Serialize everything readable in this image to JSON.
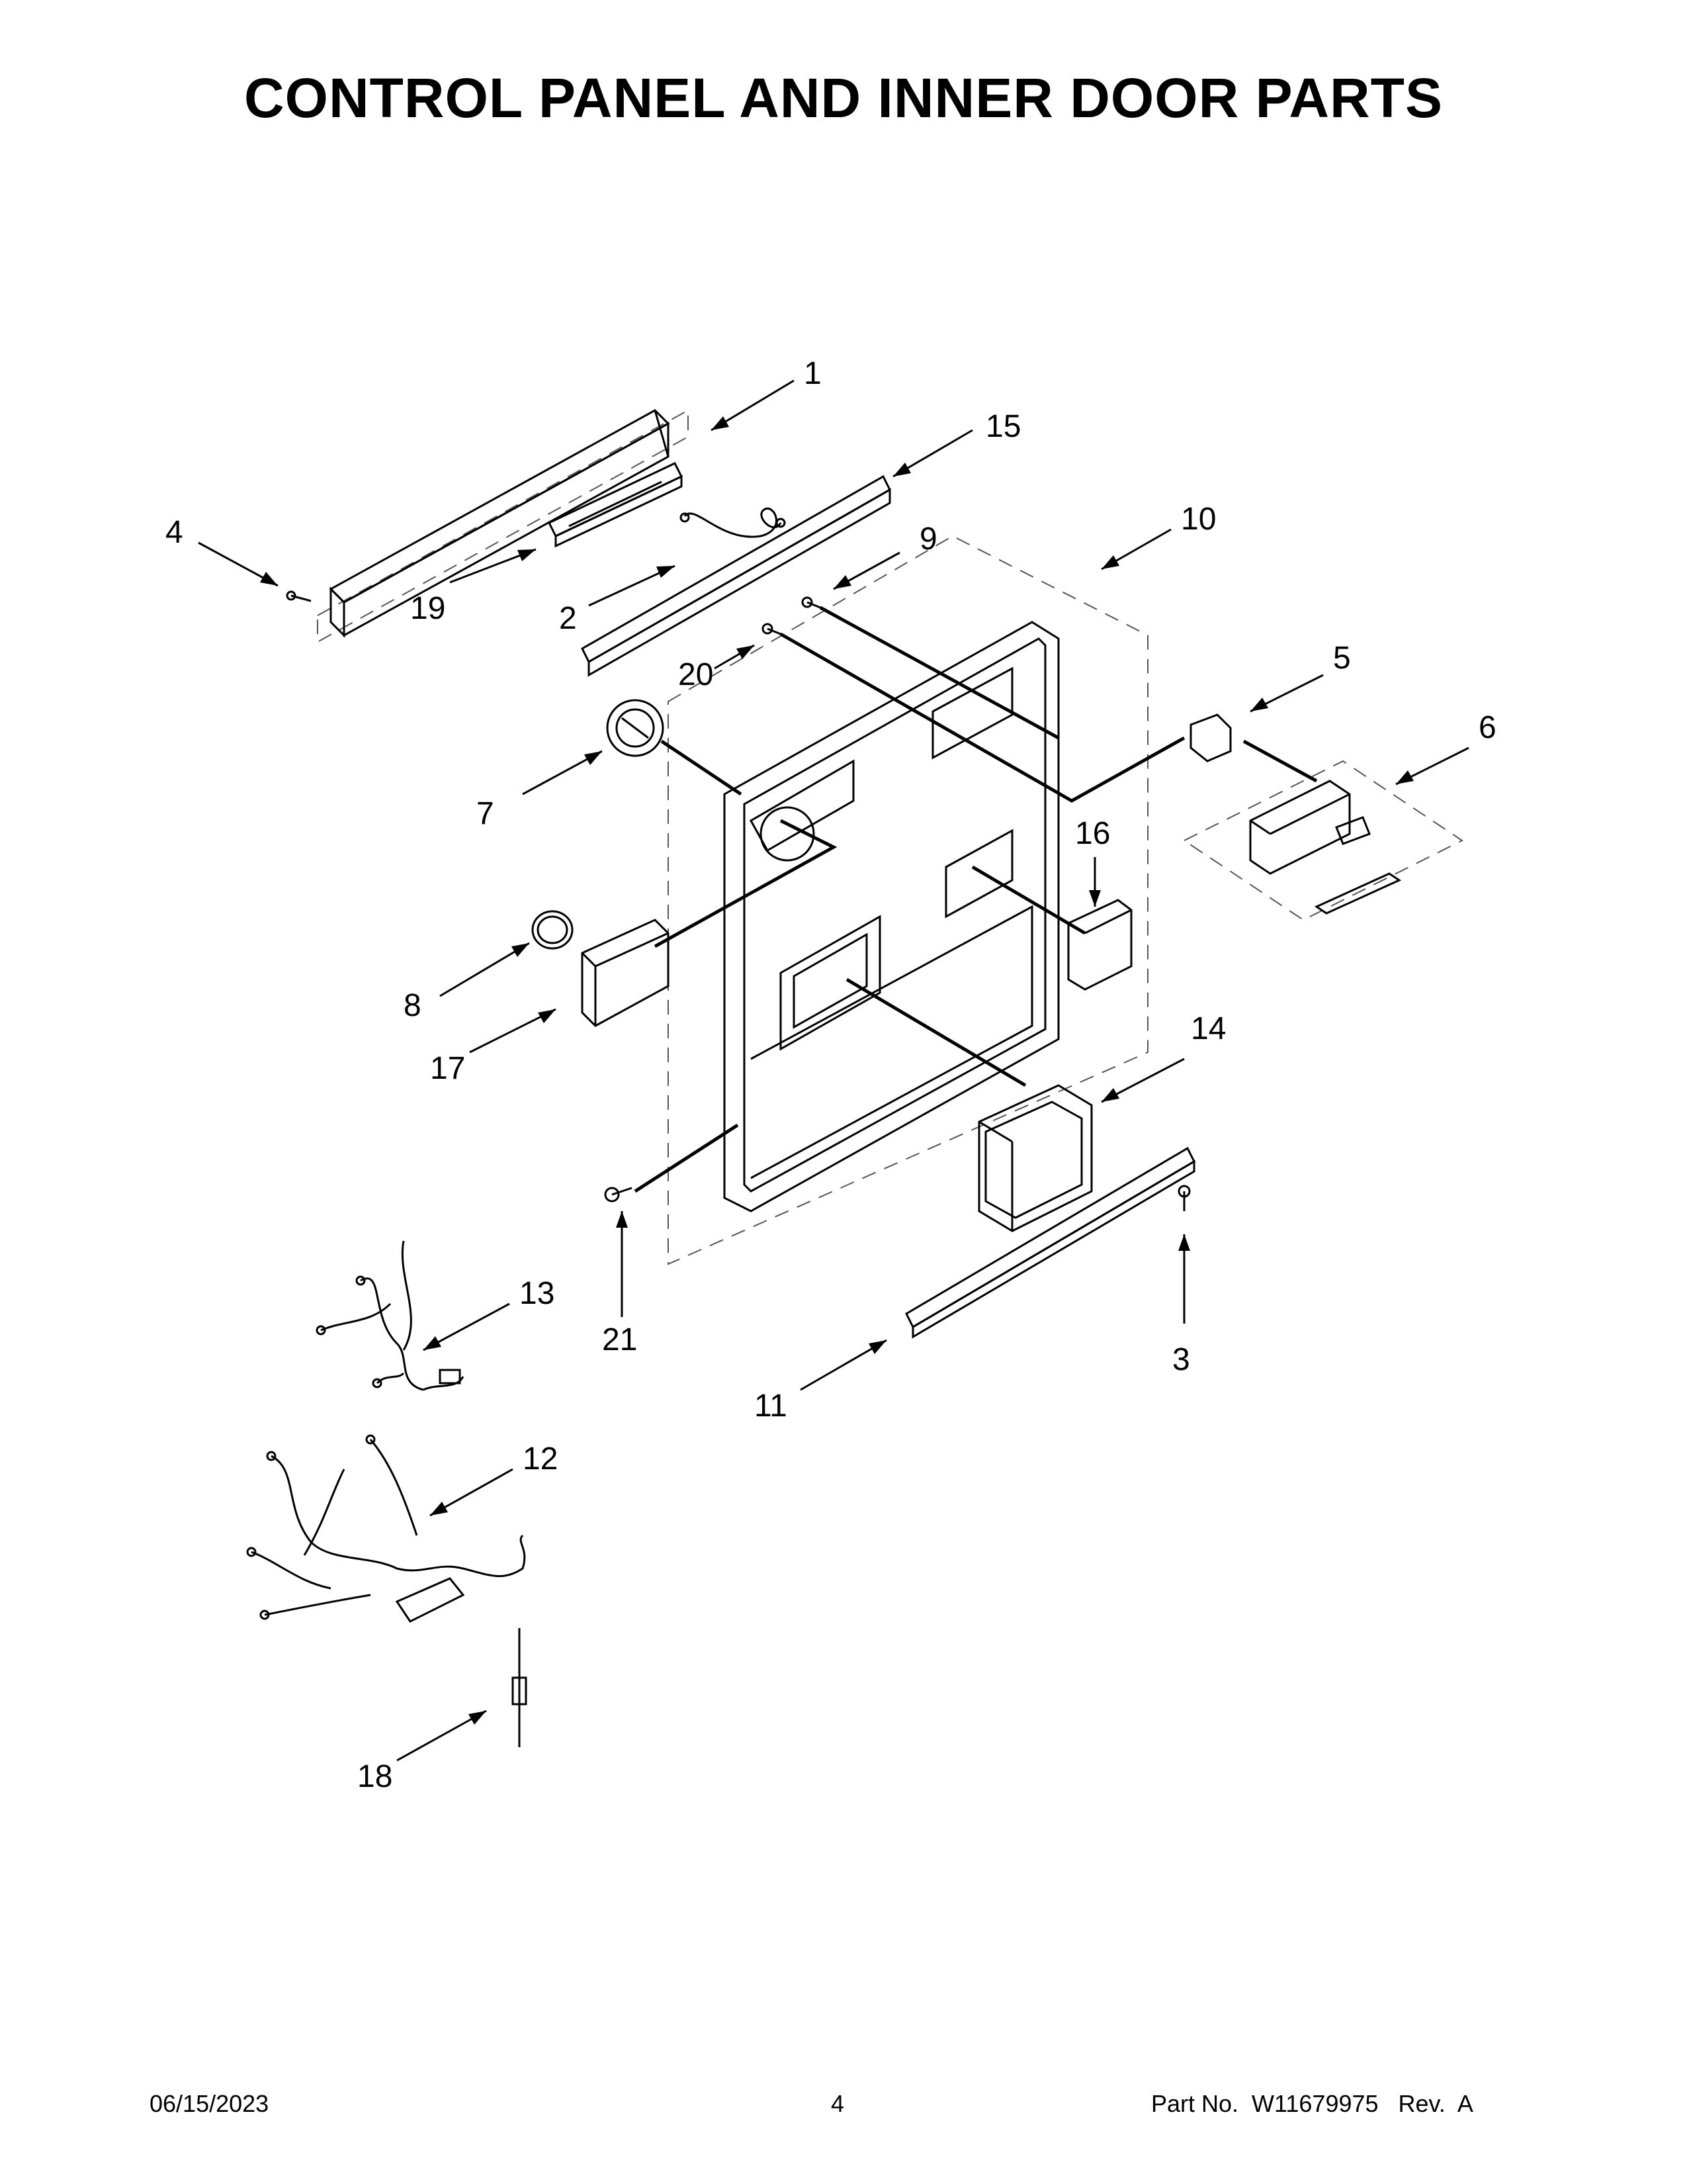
{
  "page": {
    "title": "CONTROL PANEL AND INNER DOOR PARTS"
  },
  "callouts": [
    {
      "number": "1"
    },
    {
      "number": "2"
    },
    {
      "number": "3"
    },
    {
      "number": "4"
    },
    {
      "number": "5"
    },
    {
      "number": "6"
    },
    {
      "number": "7"
    },
    {
      "number": "8"
    },
    {
      "number": "9"
    },
    {
      "number": "10"
    },
    {
      "number": "11"
    },
    {
      "number": "12"
    },
    {
      "number": "13"
    },
    {
      "number": "14"
    },
    {
      "number": "15"
    },
    {
      "number": "16"
    },
    {
      "number": "17"
    },
    {
      "number": "18"
    },
    {
      "number": "19"
    },
    {
      "number": "20"
    },
    {
      "number": "21"
    }
  ],
  "footer": {
    "date": "06/15/2023",
    "page_number": "4",
    "part_info": "Part No.  W11679975   Rev.  A"
  }
}
